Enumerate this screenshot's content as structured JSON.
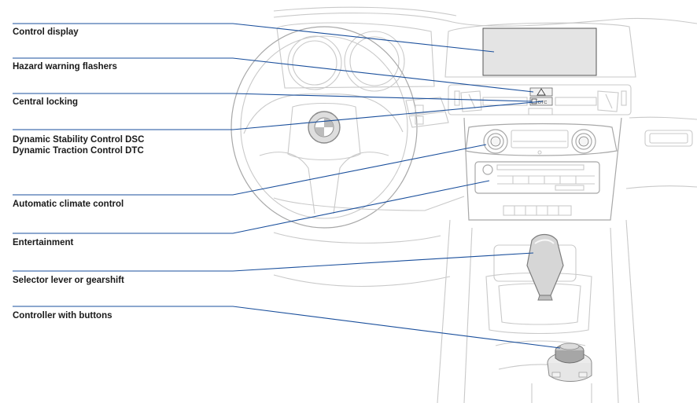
{
  "colors": {
    "leader": "#1a4f9c",
    "label": "#1a1a1a",
    "line_art": "#c9c9c9",
    "display_fill": "#e4e4e4",
    "knob_fill": "#9a9a9a"
  },
  "callouts": [
    {
      "id": "control-display",
      "lines": [
        "Control display"
      ]
    },
    {
      "id": "hazard-warning-flashers",
      "lines": [
        "Hazard warning flashers"
      ]
    },
    {
      "id": "central-locking",
      "lines": [
        "Central locking"
      ]
    },
    {
      "id": "dsc-dtc",
      "lines": [
        "Dynamic Stability Control DSC",
        "Dynamic Traction Control DTC"
      ]
    },
    {
      "id": "automatic-climate-control",
      "lines": [
        "Automatic climate control"
      ]
    },
    {
      "id": "entertainment",
      "lines": [
        "Entertainment"
      ]
    },
    {
      "id": "selector-lever",
      "lines": [
        "Selector lever or gearshift"
      ]
    },
    {
      "id": "controller",
      "lines": [
        "Controller with buttons"
      ]
    }
  ],
  "dashboard": {
    "button_dtc_label": "DTC",
    "hazard_icon": "hazard-triangle-icon",
    "lock_icon": "lock-icon",
    "logo": "bmw-roundel-logo"
  }
}
